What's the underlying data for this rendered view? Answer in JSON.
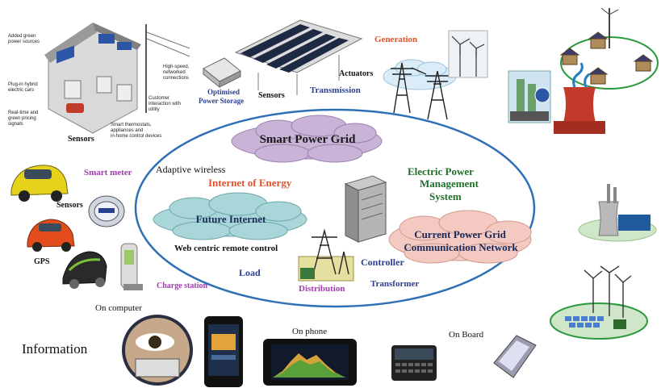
{
  "colors": {
    "ellipse": "#2e6fb6",
    "cloud_top": "#c9b3d6",
    "cloud_left": "#a9d6d8",
    "cloud_right": "#f3c9c2",
    "accent_red": "#e0532b",
    "accent_blue": "#2a3f8f",
    "accent_purple": "#a23bb0",
    "accent_green": "#1f6e2a"
  },
  "clouds": {
    "smart_power_grid": "Smart Power Grid",
    "future_internet": "Future Internet",
    "current_grid_line1": "Current Power Grid",
    "current_grid_line2": "Communication Network"
  },
  "center": {
    "internet_of_energy": "Internet of Energy",
    "adaptive_wireless": "Adaptive wireless",
    "ems_line1": "Electric Power",
    "ems_line2": "Management",
    "ems_line3": "System",
    "web_centric": "Web centric remote control",
    "load": "Load",
    "distribution": "Distribution",
    "controller": "Controller",
    "transformer": "Transformer"
  },
  "top": {
    "optimised_storage_line1": "Optimised",
    "optimised_storage_line2": "Power Storage",
    "sensors_house": "Sensors",
    "sensors_solar": "Sensors",
    "actuators": "Actuators",
    "transmission": "Transmission",
    "generation": "Generation"
  },
  "house_callouts": {
    "added_green_line1": "Added green",
    "added_green_line2": "power sources",
    "plugin_line1": "Plug-in hybrid",
    "plugin_line2": "electric cars",
    "realtime_line1": "Real-time and",
    "realtime_line2": "green pricing",
    "realtime_line3": "signals",
    "highspeed_line1": "High-speed,",
    "highspeed_line2": "networked",
    "highspeed_line3": "connections",
    "customer_line1": "Customer",
    "customer_line2": "interaction with",
    "customer_line3": "utility",
    "smart_thermo_line1": "Smart thermostats,",
    "smart_thermo_line2": "appliances and",
    "smart_thermo_line3": "in-home control devices"
  },
  "left": {
    "smart_meter": "Smart meter",
    "sensors": "Sensors",
    "gps": "GPS",
    "charge_station": "Charge station"
  },
  "bottom": {
    "information": "Information",
    "on_computer": "On computer",
    "on_phone": "On phone",
    "on_board": "On Board"
  },
  "icons": [
    "smart-house-icon",
    "storage-device-icon",
    "solar-panel-array-icon",
    "transmission-tower-icon",
    "wind-turbine-icon",
    "micro-grid-houses-icon",
    "factory-icon",
    "cooling-tower-icon",
    "server-rack-icon",
    "distribution-substation-icon",
    "electric-car-icon",
    "smart-meter-icon",
    "charge-station-icon",
    "laptop-eye-icon",
    "smartphone-icon",
    "tablet-icon",
    "handheld-device-icon",
    "power-plant-icon",
    "wind-farm-icon"
  ]
}
